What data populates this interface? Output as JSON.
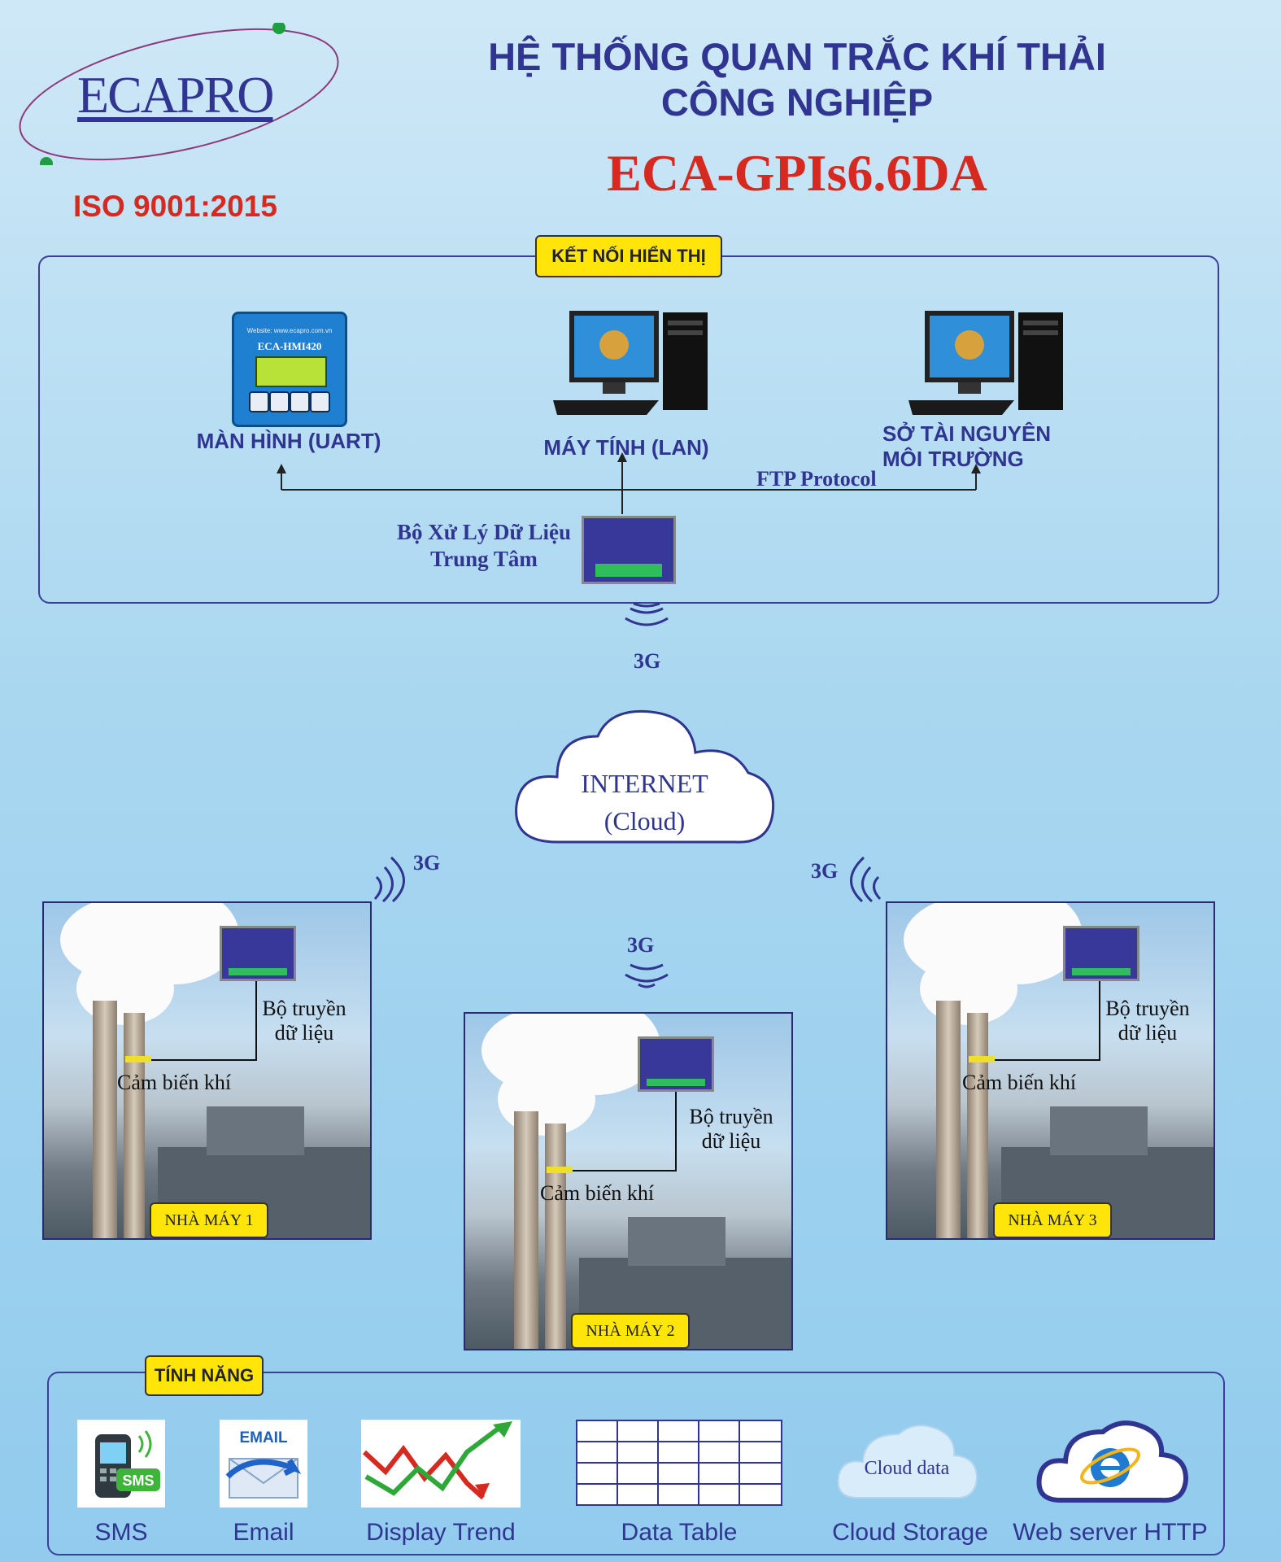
{
  "header": {
    "logo": "ECAPRO",
    "iso": "ISO 9001:2015",
    "title_line1": "HỆ THỐNG QUAN TRẮC KHÍ THẢI",
    "title_line2": "CÔNG NGHIỆP",
    "model": "ECA-GPIs6.6DA"
  },
  "display_section": {
    "label": "KẾT NỐI HIỂN THỊ",
    "hmi": {
      "website": "Website: www.ecapro.com.vn",
      "model": "ECA-HMI420",
      "label": "MÀN HÌNH (UART)"
    },
    "pc_lan": {
      "label": "MÁY TÍNH (LAN)"
    },
    "pc_gov": {
      "label_line1": "SỞ TÀI NGUYÊN",
      "label_line2": "MÔI TRƯỜNG"
    },
    "ftp": "FTP Protocol",
    "controller": {
      "label_line1": "Bộ Xử Lý Dữ Liệu",
      "label_line2": "Trung Tâm"
    }
  },
  "network": {
    "signal_3g": "3G",
    "cloud_line1": "INTERNET",
    "cloud_line2": "(Cloud)"
  },
  "plants": [
    {
      "name": "NHÀ MÁY 1",
      "transmitter_line1": "Bộ truyền",
      "transmitter_line2": "dữ liệu",
      "sensor": "Cảm biến khí"
    },
    {
      "name": "NHÀ MÁY 2",
      "transmitter_line1": "Bộ truyền",
      "transmitter_line2": "dữ liệu",
      "sensor": "Cảm biến khí"
    },
    {
      "name": "NHÀ MÁY 3",
      "transmitter_line1": "Bộ truyền",
      "transmitter_line2": "dữ liệu",
      "sensor": "Cảm biến khí"
    }
  ],
  "features": {
    "label": "TÍNH NĂNG",
    "items": [
      {
        "label": "SMS",
        "icon": "sms-phone-icon",
        "icon_text": "SMS"
      },
      {
        "label": "Email",
        "icon": "email-icon",
        "icon_text": "EMAIL"
      },
      {
        "label": "Display Trend",
        "icon": "trend-chart-icon"
      },
      {
        "label": "Data Table",
        "icon": "table-grid-icon"
      },
      {
        "label": "Cloud Storage",
        "icon": "cloud-data-icon",
        "icon_text": "Cloud data"
      },
      {
        "label": "Web server HTTP",
        "icon": "internet-explorer-cloud-icon"
      }
    ]
  },
  "colors": {
    "navy": "#2f3590",
    "red": "#d62a20",
    "yellow": "#ffe50a"
  }
}
